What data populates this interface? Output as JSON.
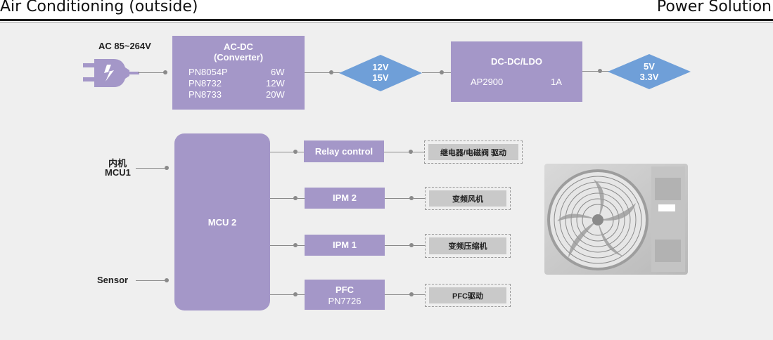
{
  "header": {
    "title": "Air  Conditioning (outside)",
    "right": "Power Solution"
  },
  "input": {
    "label": "AC 85~264V"
  },
  "acdc": {
    "title": "AC-DC",
    "subtitle": "(Converter)",
    "rows": [
      {
        "part": "PN8054P",
        "power": "6W"
      },
      {
        "part": "PN8732",
        "power": "12W"
      },
      {
        "part": "PN8733",
        "power": "20W"
      }
    ]
  },
  "rail1": {
    "line1": "12V",
    "line2": "15V"
  },
  "dcdc": {
    "title": "DC-DC/LDO",
    "part": "AP2900",
    "current": "1A"
  },
  "rail2": {
    "line1": "5V",
    "line2": "3.3V"
  },
  "mcu1": {
    "line1": "内机",
    "line2": "MCU1"
  },
  "sensor": {
    "label": "Sensor"
  },
  "mcu2": {
    "label": "MCU 2"
  },
  "blocks": {
    "relay": "Relay  control",
    "ipm2": "IPM  2",
    "ipm1": "IPM  1",
    "pfc_title": "PFC",
    "pfc_part": "PN7726"
  },
  "outputs": {
    "relay": "继电器/电磁阀 驱动",
    "ipm2": "变频风机",
    "ipm1": "变频压缩机",
    "pfc": "PFC驱动"
  },
  "colors": {
    "block": "#a497c8",
    "diamond": "#6f9fd8",
    "line": "#8a8a8a",
    "background": "#efefef"
  },
  "icons": {
    "plug": "power-plug-icon",
    "unit": "outdoor-ac-unit-icon"
  }
}
